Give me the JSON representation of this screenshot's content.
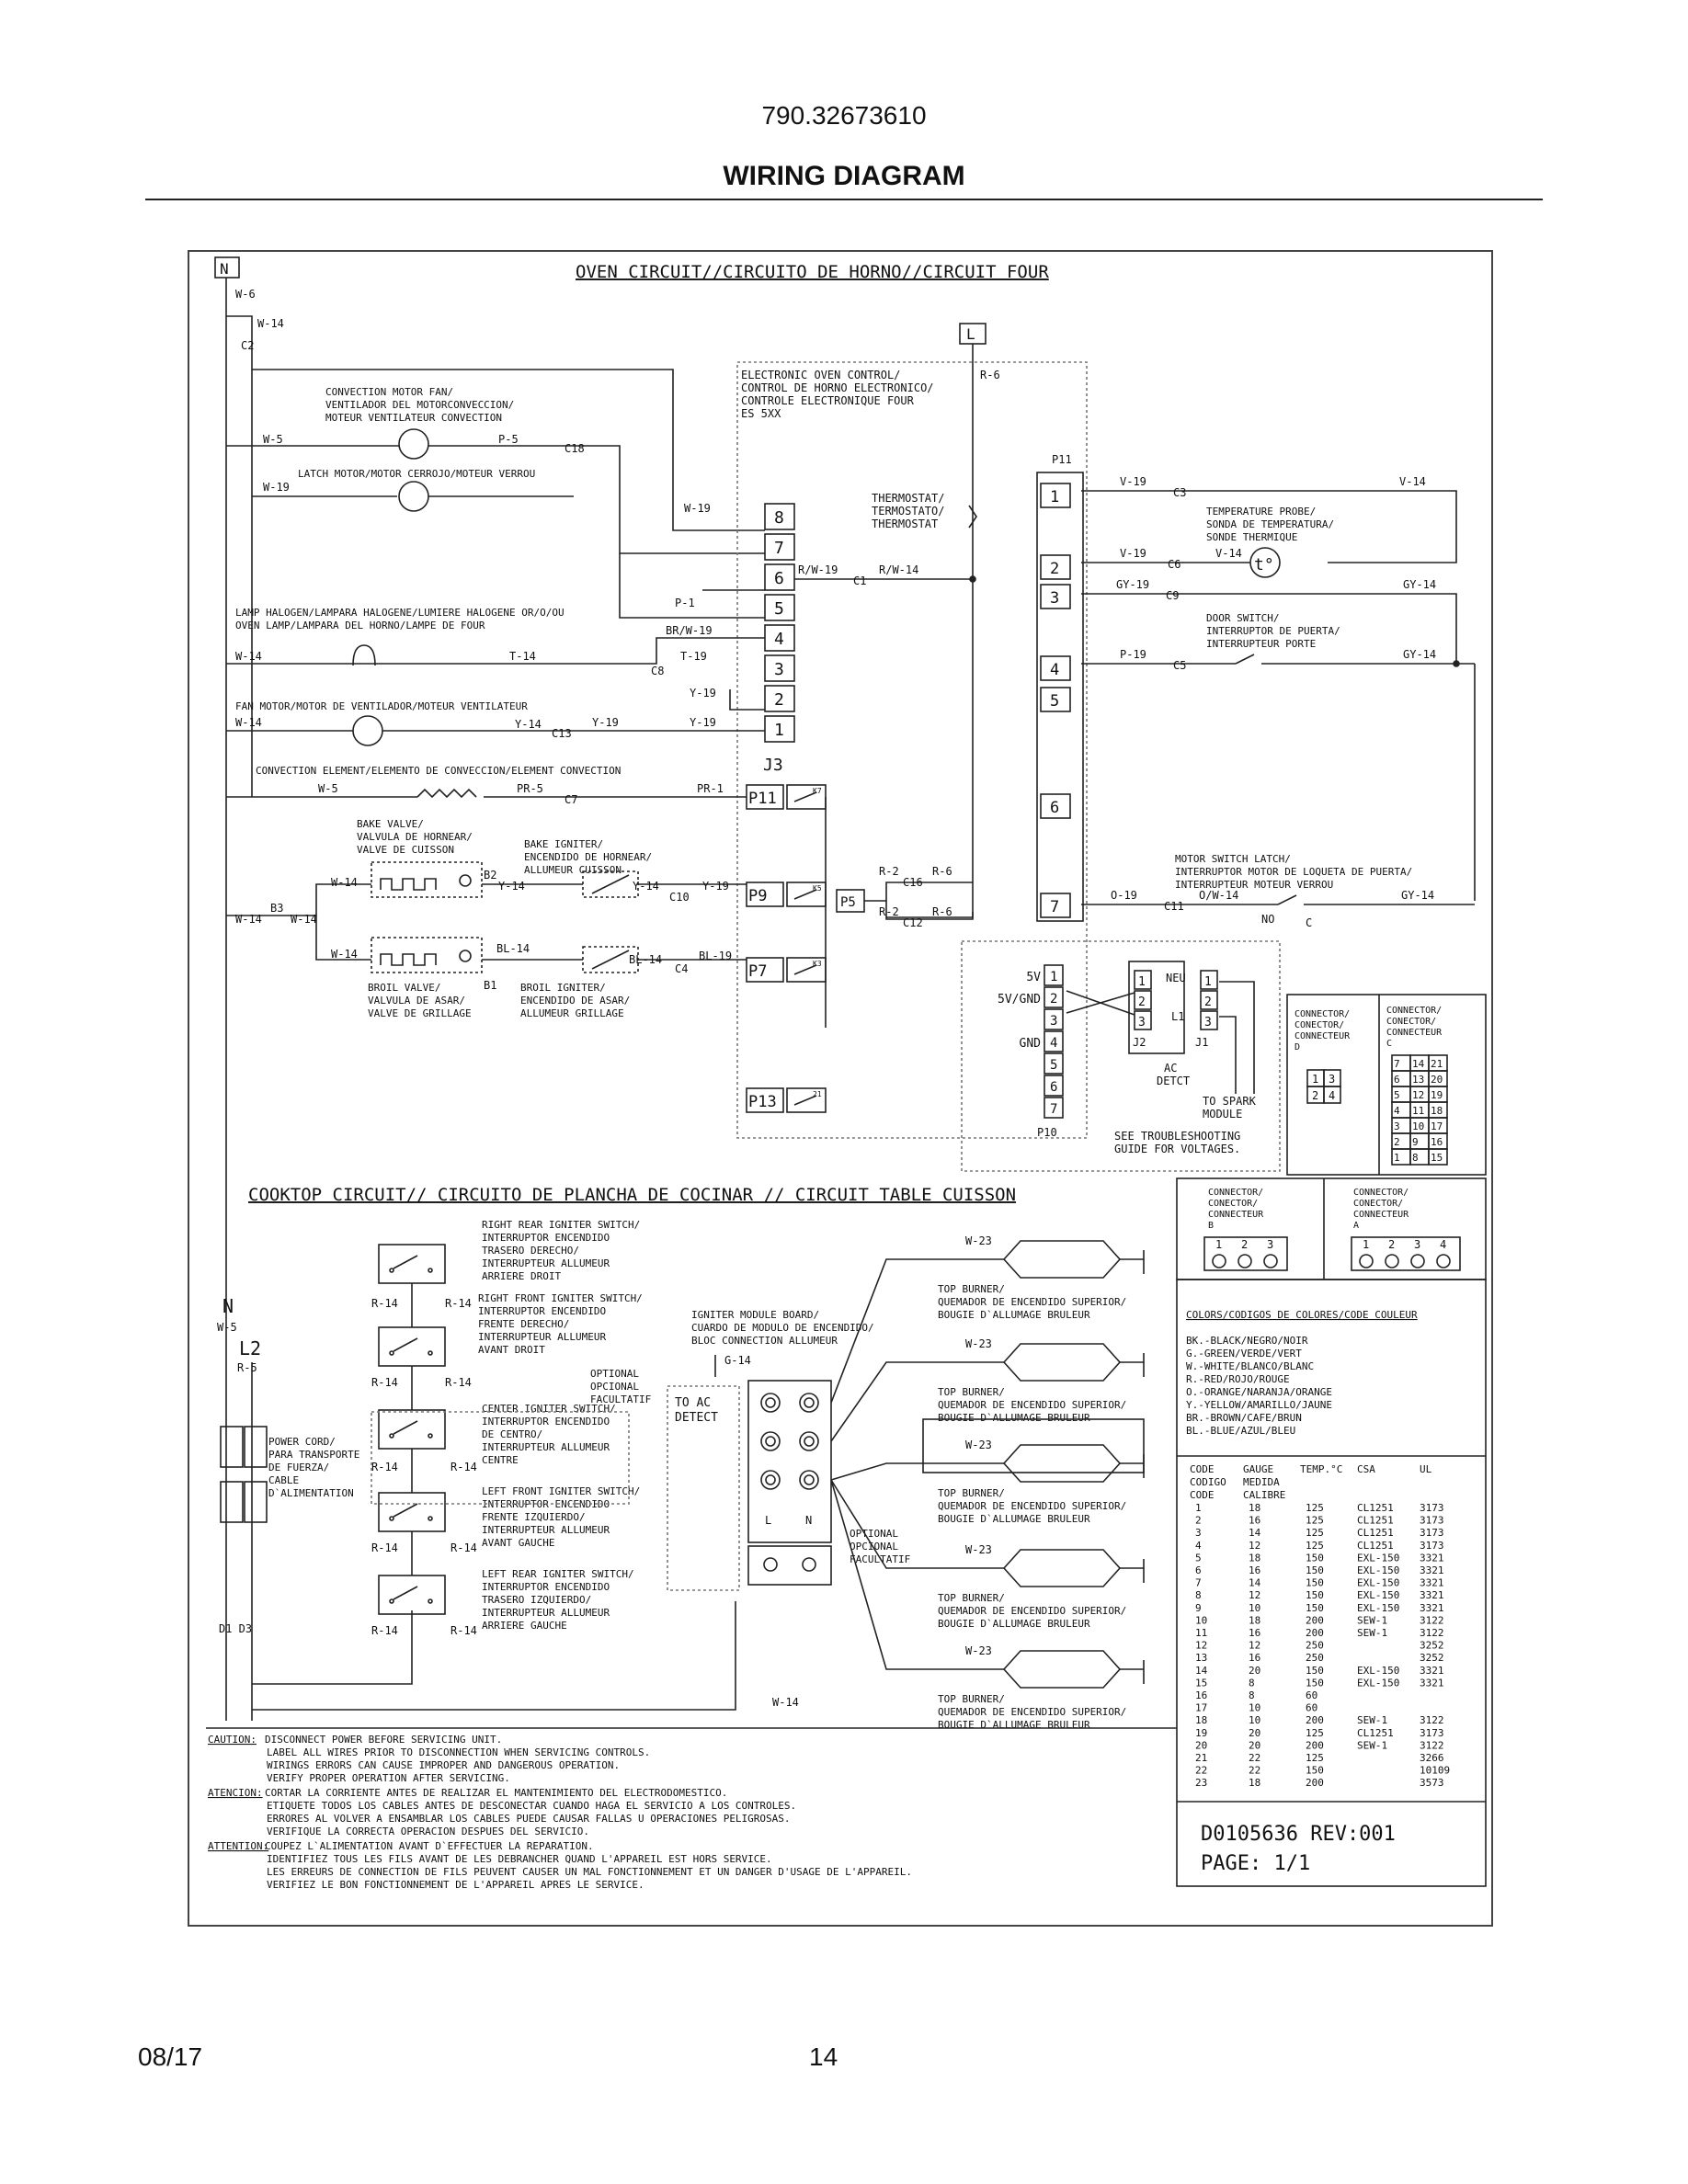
{
  "header": {
    "model_number": "790.32673610",
    "title": "WIRING DIAGRAM"
  },
  "footer": {
    "date": "08/17",
    "page": "14"
  },
  "oven": {
    "heading": "OVEN CIRCUIT//CIRCUITO DE HORNO//CIRCUIT FOUR",
    "n": "N",
    "l": "L",
    "w6": "W-6",
    "w14a": "W-14",
    "c2": "C2",
    "conv_fan": [
      "CONVECTION MOTOR FAN/",
      "VENTILADOR DEL MOTORCONVECCION/",
      "MOTEUR VENTILATEUR CONVECTION"
    ],
    "w5a": "W-5",
    "p5": "P-5",
    "c18": "C18",
    "latch_motor": "LATCH MOTOR/MOTOR CERROJO/MOTEUR VERROU",
    "w19a": "W-19",
    "w19b": "W-19",
    "eoc": [
      "ELECTRONIC OVEN CONTROL/",
      "CONTROL DE HORNO ELECTRONICO/",
      "CONTROLE ELECTRONIQUE FOUR",
      "ES 5XX"
    ],
    "r6a": "R-6",
    "p11": "P11",
    "thermostat": [
      "THERMOSTAT/",
      "TERMOSTATO/",
      "THERMOSTAT"
    ],
    "rw19": "R/W-19",
    "c1": "C1",
    "rw14": "R/W-14",
    "j3_pins": [
      "8",
      "7",
      "6",
      "5",
      "4",
      "3",
      "2",
      "1"
    ],
    "j3": "J3",
    "p1": "P-1",
    "brw19": "BR/W-19",
    "lamp": [
      "LAMP HALOGEN/LAMPARA HALOGENE/LUMIERE HALOGENE OR/O/OU",
      "OVEN LAMP/LAMPARA DEL HORNO/LAMPE DE FOUR"
    ],
    "w14b": "W-14",
    "t14": "T-14",
    "c8": "C8",
    "t19": "T-19",
    "y19a": "Y-19",
    "fan_motor": "FAN MOTOR/MOTOR DE VENTILADOR/MOTEUR VENTILATEUR",
    "w14c": "W-14",
    "y14a": "Y-14",
    "c13": "C13",
    "y19b": "Y-19",
    "y19c": "Y-19",
    "conv_elem": "CONVECTION ELEMENT/ELEMENTO DE CONVECCION/ELEMENT CONVECTION",
    "w5b": "W-5",
    "pr5": "PR-5",
    "c7": "C7",
    "pr1": "PR-1",
    "relays": [
      "P11",
      "P9",
      "P7",
      "P13"
    ],
    "relay_tags": [
      "K7",
      "K5",
      "K3",
      "21"
    ],
    "p5box": "P5",
    "bake_valve": [
      "BAKE VALVE/",
      "VALVULA DE HORNEAR/",
      "VALVE DE CUISSON"
    ],
    "bake_igniter": [
      "BAKE IGNITER/",
      "ENCENDIDO DE HORNEAR/",
      "ALLUMEUR CUISSON"
    ],
    "w14d": "W-14",
    "b2": "B2",
    "y14b": "Y-14",
    "y14c": "Y-14",
    "c10": "C10",
    "y19d": "Y-19",
    "b3": "B3",
    "w14e": "W-14",
    "w14f": "W-14",
    "w14g": "W-14",
    "bl14a": "BL-14",
    "bl14b": "BL-14",
    "c4": "C4",
    "bl19": "BL-19",
    "b1": "B1",
    "broil_valve": [
      "BROIL VALVE/",
      "VALVULA DE ASAR/",
      "VALVE DE GRILLAGE"
    ],
    "broil_igniter": [
      "BROIL IGNITER/",
      "ENCENDIDO DE ASAR/",
      "ALLUMEUR GRILLAGE"
    ],
    "r2a": "R-2",
    "c16": "C16",
    "r6b": "R-6",
    "r2b": "R-2",
    "c12": "C12",
    "r6c": "R-6",
    "p11_pins": [
      "1",
      "2",
      "3",
      "4",
      "5",
      "6",
      "7"
    ],
    "v19a": "V-19",
    "c3": "C3",
    "v14a": "V-14",
    "temp_probe": [
      "TEMPERATURE PROBE/",
      "SONDA DE TEMPERATURA/",
      "SONDE THERMIQUE"
    ],
    "v19b": "V-19",
    "c6": "C6",
    "v14b": "V-14",
    "t_sym": "t°",
    "gy19": "GY-19",
    "c9": "C9",
    "gy14a": "GY-14",
    "door_switch": [
      "DOOR SWITCH/",
      "INTERRUPTOR DE PUERTA/",
      "INTERRUPTEUR PORTE"
    ],
    "p19": "P-19",
    "c5": "C5",
    "gy14b": "GY-14",
    "motor_latch": [
      "MOTOR SWITCH LATCH/",
      "INTERRUPTOR MOTOR DE LOQUETA DE PUERTA/",
      "INTERRUPTEUR MOTEUR VERROU"
    ],
    "o19": "O-19",
    "c11": "C11",
    "ow14": "O/W-14",
    "gy14c": "GY-14",
    "no": "NO",
    "c": "C",
    "p10_labels": [
      "5V",
      "5V/GND",
      "",
      "GND",
      "",
      "",
      ""
    ],
    "p10_pins": [
      "1",
      "2",
      "3",
      "4",
      "5",
      "6",
      "7"
    ],
    "p10": "P10",
    "j2_pins": [
      "1",
      "2",
      "3"
    ],
    "j2": "J2",
    "neu": "NEU",
    "l1": "L1",
    "j1_pins": [
      "1",
      "2",
      "3"
    ],
    "j1": "J1",
    "ac_detct": [
      "AC",
      "DETCT"
    ],
    "spark": [
      "TO SPARK",
      "MODULE"
    ],
    "see_guide": [
      "SEE TROUBLESHOOTING",
      "GUIDE FOR VOLTAGES."
    ]
  },
  "connectors": {
    "d_label": [
      "CONNECTOR/",
      "CONECTOR/",
      "CONNECTEUR",
      "D"
    ],
    "d_grid": [
      [
        "1",
        "3"
      ],
      [
        "2",
        "4"
      ]
    ],
    "c_label": [
      "CONNECTOR/",
      "CONECTOR/",
      "CONNECTEUR",
      "C"
    ],
    "c_grid": [
      [
        "7",
        "14",
        "21"
      ],
      [
        "6",
        "13",
        "20"
      ],
      [
        "5",
        "12",
        "19"
      ],
      [
        "4",
        "11",
        "18"
      ],
      [
        "3",
        "10",
        "17"
      ],
      [
        "2",
        "9",
        "16"
      ],
      [
        "1",
        "8",
        "15"
      ]
    ],
    "b_label": [
      "CONNECTOR/",
      "CONECTOR/",
      "CONNECTEUR",
      "B"
    ],
    "b_pins": [
      "1",
      "2",
      "3"
    ],
    "a_label": [
      "CONNECTOR/",
      "CONECTOR/",
      "CONNECTEUR",
      "A"
    ],
    "a_pins": [
      "1",
      "2",
      "3",
      "4"
    ]
  },
  "colors": {
    "heading": "COLORS/CODIGOS DE COLORES/CODE COULEUR",
    "items": [
      "BK.-BLACK/NEGRO/NOIR",
      "G.-GREEN/VERDE/VERT",
      "W.-WHITE/BLANCO/BLANC",
      "R.-RED/ROJO/ROUGE",
      "O.-ORANGE/NARANJA/ORANGE",
      "Y.-YELLOW/AMARILLO/JAUNE",
      "BR.-BROWN/CAFE/BRUN",
      "BL.-BLUE/AZUL/BLEU"
    ]
  },
  "codes": {
    "header1": [
      "CODE",
      "GAUGE",
      "TEMP.°C",
      "CSA",
      "UL"
    ],
    "header2": [
      "CODIGO",
      "MEDIDA"
    ],
    "header3": [
      "CODE",
      "CALIBRE"
    ],
    "rows": [
      [
        "1",
        "18",
        "125",
        "CL1251",
        "3173"
      ],
      [
        "2",
        "16",
        "125",
        "CL1251",
        "3173"
      ],
      [
        "3",
        "14",
        "125",
        "CL1251",
        "3173"
      ],
      [
        "4",
        "12",
        "125",
        "CL1251",
        "3173"
      ],
      [
        "5",
        "18",
        "150",
        "EXL-150",
        "3321"
      ],
      [
        "6",
        "16",
        "150",
        "EXL-150",
        "3321"
      ],
      [
        "7",
        "14",
        "150",
        "EXL-150",
        "3321"
      ],
      [
        "8",
        "12",
        "150",
        "EXL-150",
        "3321"
      ],
      [
        "9",
        "10",
        "150",
        "EXL-150",
        "3321"
      ],
      [
        "10",
        "18",
        "200",
        "SEW-1",
        "3122"
      ],
      [
        "11",
        "16",
        "200",
        "SEW-1",
        "3122"
      ],
      [
        "12",
        "12",
        "250",
        "",
        "3252"
      ],
      [
        "13",
        "16",
        "250",
        "",
        "3252"
      ],
      [
        "14",
        "20",
        "150",
        "EXL-150",
        "3321"
      ],
      [
        "15",
        "8",
        "150",
        "EXL-150",
        "3321"
      ],
      [
        "16",
        "8",
        "60",
        "",
        ""
      ],
      [
        "17",
        "10",
        "60",
        "",
        ""
      ],
      [
        "18",
        "10",
        "200",
        "SEW-1",
        "3122"
      ],
      [
        "19",
        "20",
        "125",
        "CL1251",
        "3173"
      ],
      [
        "20",
        "20",
        "200",
        "SEW-1",
        "3122"
      ],
      [
        "21",
        "22",
        "125",
        "",
        "3266"
      ],
      [
        "22",
        "22",
        "150",
        "",
        "10109"
      ],
      [
        "23",
        "18",
        "200",
        "",
        "3573"
      ]
    ]
  },
  "doc": {
    "number": "D0105636 REV:001",
    "page": "PAGE: 1/1"
  },
  "cooktop": {
    "heading": "COOKTOP CIRCUIT// CIRCUITO DE PLANCHA DE COCINAR // CIRCUIT TABLE CUISSON",
    "n": "N",
    "w5": "W-5",
    "l2": "L2",
    "r5": "R-5",
    "rr_switch": [
      "RIGHT REAR IGNITER SWITCH/",
      "INTERRUPTOR ENCENDIDO",
      "TRASERO DERECHO/",
      "INTERRUPTEUR ALLUMEUR",
      "ARRIERE DROIT"
    ],
    "rf_switch": [
      "RIGHT FRONT IGNITER SWITCH/",
      "INTERRUPTOR  ENCENDIDO",
      "FRENTE DERECHO/",
      "INTERRUPTEUR ALLUMEUR",
      "AVANT DROIT"
    ],
    "optional1": [
      "OPTIONAL",
      "OPCIONAL",
      "FACULTATIF"
    ],
    "c_switch": [
      "CENTER IGNITER SWITCH/",
      "INTERRUPTOR  ENCENDIDO",
      "DE CENTRO/",
      "INTERRUPTEUR ALLUMEUR",
      "CENTRE"
    ],
    "lf_switch": [
      "LEFT FRONT IGNITER SWITCH/",
      "INTERRUPTOR  ENCENDIDO",
      "FRENTE IZQUIERDO/",
      "INTERRUPTEUR ALLUMEUR",
      "AVANT GAUCHE"
    ],
    "lr_switch": [
      "LEFT REAR IGNITER SWITCH/",
      "INTERRUPTOR ENCENDIDO",
      "TRASERO IZQUIERDO/",
      "INTERRUPTEUR ALLUMEUR",
      "ARRIERE GAUCHE"
    ],
    "r14": [
      "R-14",
      "R-14",
      "R-14",
      "R-14",
      "R-14",
      "R-14",
      "R-14",
      "R-14",
      "R-14",
      "R-14"
    ],
    "power_cord": [
      "POWER CORD/",
      "PARA TRANSPORTE",
      "DE FUERZA/",
      "CABLE",
      "D`ALIMENTATION"
    ],
    "d1d3": "D1 D3",
    "module": [
      "IGNITER MODULE BOARD/",
      "CUARDO DE MODULO DE ENCENDIDO/",
      "BLOC CONNECTION ALLUMEUR"
    ],
    "g14": "G-14",
    "to_ac": [
      "TO AC",
      "DETECT"
    ],
    "l": "L",
    "nn": "N",
    "optional2": [
      "OPTIONAL",
      "OPCIONAL",
      "FACULTATIF"
    ],
    "w23": "W-23",
    "w14": "W-14",
    "burner": [
      "TOP BURNER/",
      "QUEMADOR DE ENCENDIDO SUPERIOR/",
      "BOUGIE D`ALLUMAGE BRULEUR"
    ]
  },
  "notes": {
    "caution_head": "CAUTION:",
    "caution": [
      "DISCONNECT POWER BEFORE SERVICING UNIT.",
      "LABEL ALL WIRES PRIOR TO DISCONNECTION WHEN SERVICING CONTROLS.",
      "WIRINGS ERRORS CAN CAUSE IMPROPER AND DANGEROUS OPERATION.",
      "VERIFY PROPER OPERATION AFTER SERVICING."
    ],
    "atencion_head": "ATENCION:",
    "atencion": [
      "CORTAR LA CORRIENTE ANTES DE REALIZAR EL MANTENIMIENTO DEL ELECTRODOMESTICO.",
      "ETIQUETE TODOS LOS CABLES ANTES DE DESCONECTAR CUANDO HAGA EL SERVICIO A LOS CONTROLES.",
      "ERRORES AL VOLVER A ENSAMBLAR LOS CABLES PUEDE CAUSAR FALLAS U OPERACIONES PELIGROSAS.",
      "VERIFIQUE LA CORRECTA OPERACION DESPUES DEL SERVICIO."
    ],
    "attention_head": "ATTENTION:",
    "attention": [
      "COUPEZ L`ALIMENTATION AVANT D`EFFECTUER LA REPARATION.",
      "IDENTIFIEZ TOUS LES FILS AVANT DE LES DEBRANCHER QUAND L'APPAREIL EST HORS SERVICE.",
      "LES ERREURS DE CONNECTION DE FILS PEUVENT CAUSER UN MAL FONCTIONNEMENT ET UN DANGER D'USAGE DE L'APPAREIL.",
      "VERIFIEZ LE BON FONCTIONNEMENT DE L'APPAREIL APRES LE SERVICE."
    ]
  }
}
